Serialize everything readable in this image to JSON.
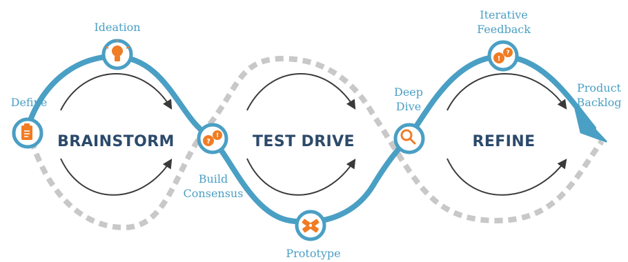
{
  "colors": {
    "primary": "#4a9fc4",
    "dotted": "#c8c8c8",
    "arrow": "#3a3a3a",
    "icon": "#f07c24",
    "text": "#2c4a6b"
  },
  "phases": [
    "BRAINSTORM",
    "TEST DRIVE",
    "REFINE"
  ],
  "milestones": {
    "define": "Define",
    "ideation": "Ideation",
    "build": [
      "Build",
      "Consensus"
    ],
    "prototype": "Prototype",
    "deep_dive": [
      "Deep",
      "Dive"
    ],
    "iterative": [
      "Iterative",
      "Feedback"
    ],
    "backlog": [
      "Product",
      "Backlog"
    ]
  },
  "icons": {
    "define": "clipboard-icon",
    "ideation": "lightbulb-icon",
    "build": "question-exclamation-icon",
    "prototype": "pencil-ruler-icon",
    "deep_dive": "magnifier-icon",
    "iterative": "exclamation-question-icon"
  }
}
